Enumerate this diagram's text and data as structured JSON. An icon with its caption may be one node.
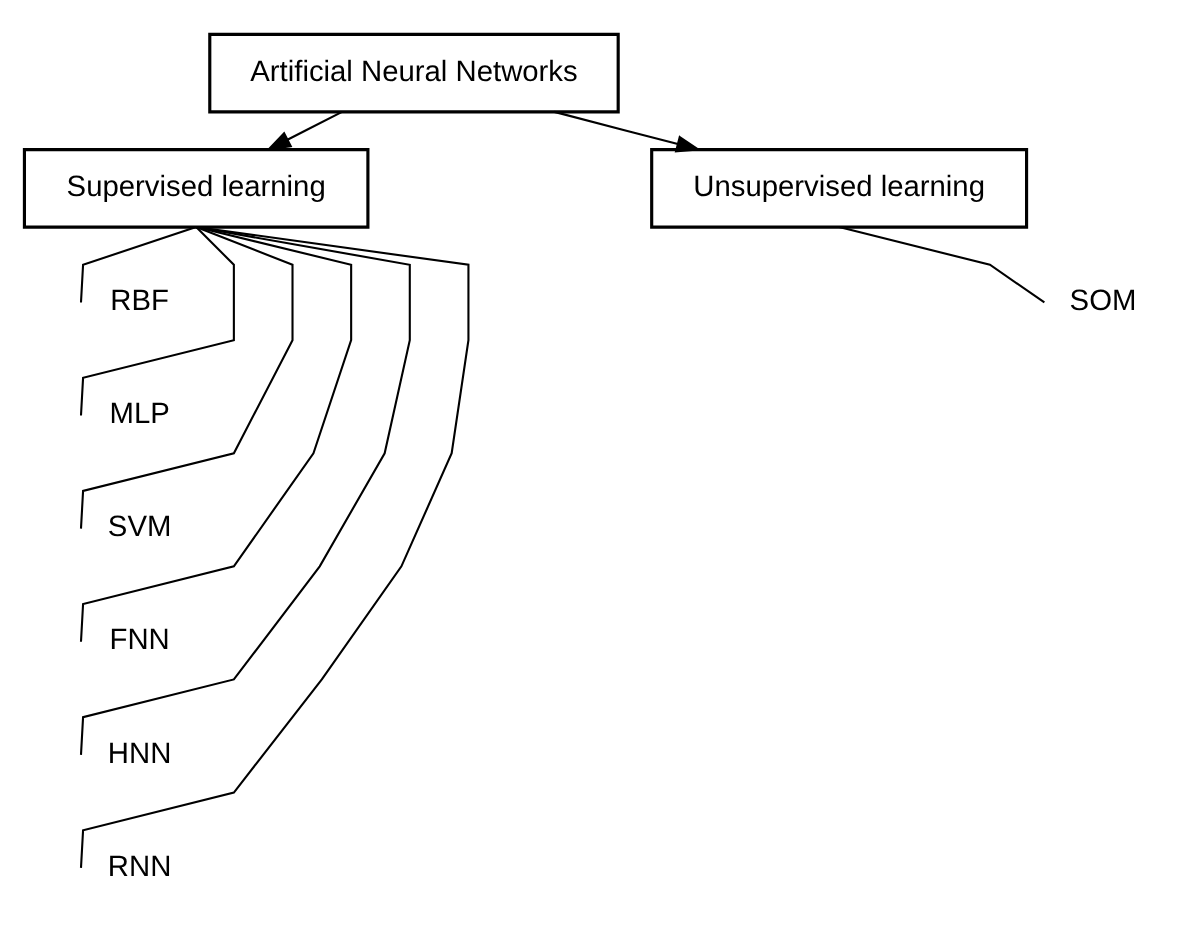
{
  "diagram": {
    "nodes": [
      {
        "text": [
          "Artificial Neural Networks"
        ]
      },
      {
        "text": [
          "Supervised learning"
        ]
      },
      {
        "text": [
          "Unsupervised learning"
        ]
      },
      {
        "text": [
          "RBF"
        ]
      },
      {
        "text": [
          "MLP"
        ]
      },
      {
        "text": [
          "SVM"
        ]
      },
      {
        "text": [
          "FNN"
        ]
      },
      {
        "text": [
          "HNN"
        ]
      },
      {
        "text": [
          "RNN"
        ]
      },
      {
        "text": [
          "SOM"
        ]
      }
    ],
    "edges": [
      {
        "from": 0,
        "to": 1,
        "arrow": "to"
      },
      {
        "from": 0,
        "to": 2,
        "arrow": "to"
      },
      {
        "from": 1,
        "to": 3,
        "arrow": "none"
      },
      {
        "from": 1,
        "to": 4,
        "arrow": "none"
      },
      {
        "from": 1,
        "to": 5,
        "arrow": "none"
      },
      {
        "from": 1,
        "to": 6,
        "arrow": "none"
      },
      {
        "from": 1,
        "to": 7,
        "arrow": "none"
      },
      {
        "from": 1,
        "to": 8,
        "arrow": "none"
      },
      {
        "from": 2,
        "to": 9,
        "arrow": "none"
      }
    ]
  }
}
